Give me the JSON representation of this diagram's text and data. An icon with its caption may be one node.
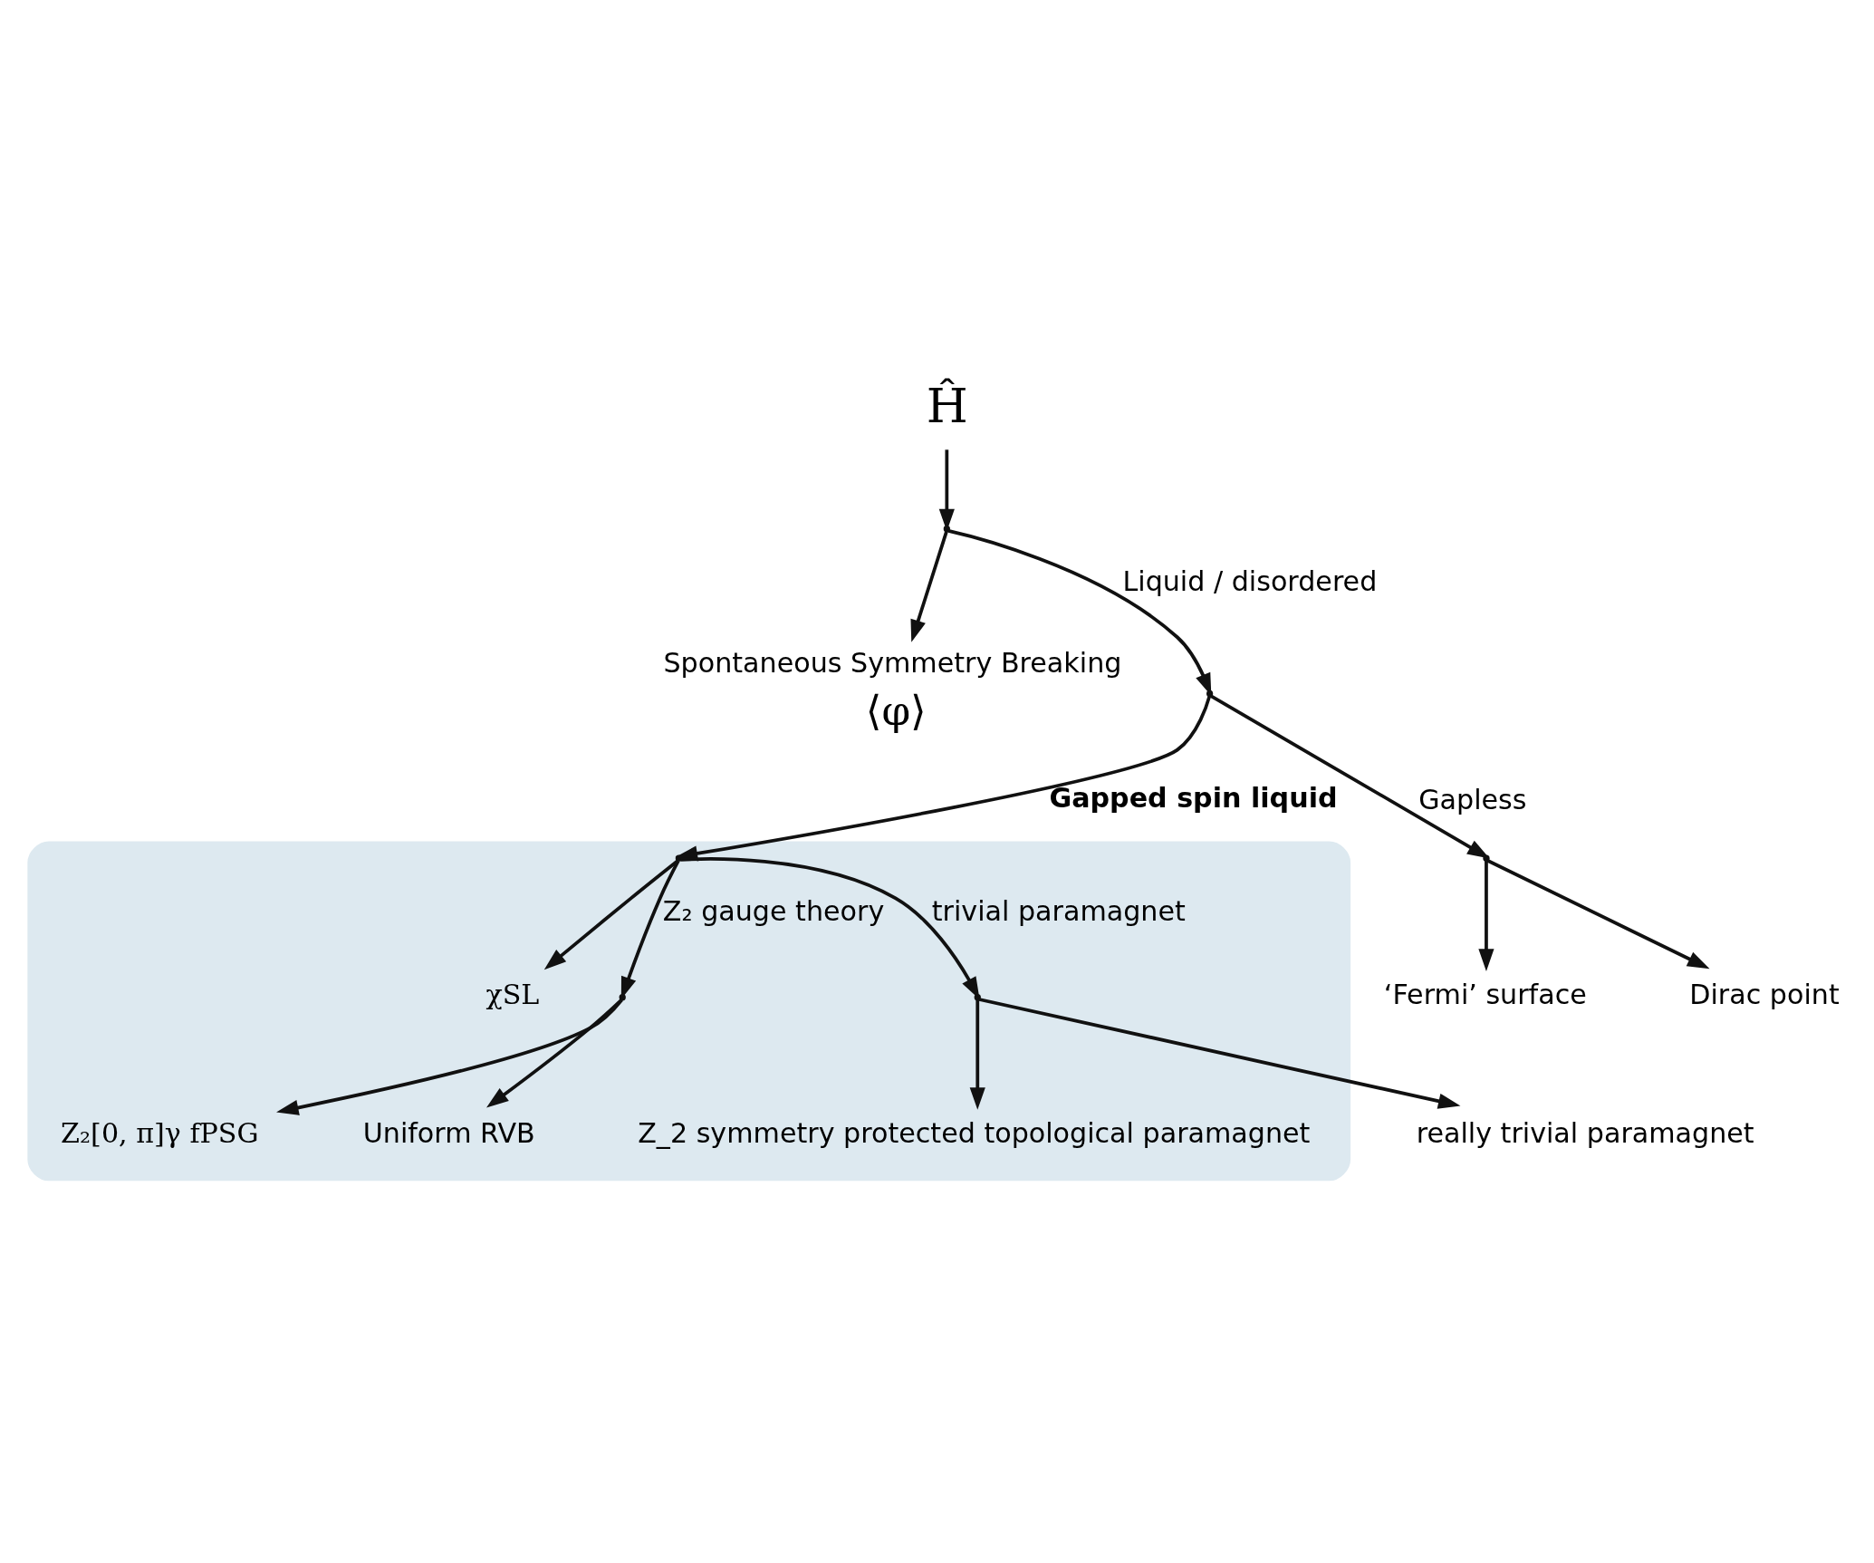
{
  "diagram": {
    "nodes": [
      {
        "text": [
          "Ĥ"
        ]
      },
      {
        "text": [],
        "shape": "point"
      },
      {
        "text": [
          "Spontaneous Symmetry Breaking"
        ],
        "beside": [
          "⟨φ⟩"
        ]
      },
      {
        "text": [],
        "shape": "point"
      },
      {
        "text": [],
        "shape": "point"
      },
      {
        "text": [
          "‘Fermi’ surface"
        ]
      },
      {
        "text": [
          "Dirac point"
        ]
      },
      {
        "text": [],
        "shape": "box"
      },
      {
        "text": [],
        "shape": "point",
        "in": 7
      },
      {
        "text": [
          "χSL"
        ],
        "in": 7
      },
      {
        "text": [],
        "shape": "point",
        "in": 7
      },
      {
        "text": [
          "really trivial paramagnet"
        ]
      },
      {
        "text": [
          "Z_2 symmetry protected topological paramagnet"
        ],
        "in": 7
      },
      {
        "text": [],
        "shape": "point",
        "in": 7
      },
      {
        "text": [
          "Uniform RVB"
        ],
        "in": 7
      },
      {
        "text": [
          "Z₂[0, π]γ fPSG"
        ],
        "in": 7
      }
    ],
    "edges": [
      {
        "from": 0,
        "to": 1,
        "arrow": "to"
      },
      {
        "from": 1,
        "to": 2,
        "arrow": "to"
      },
      {
        "from": 1,
        "to": 3,
        "arrow": "to",
        "label": "Liquid / disordered"
      },
      {
        "from": 3,
        "to": 4,
        "arrow": "to",
        "label": "Gapless"
      },
      {
        "from": 4,
        "to": 5,
        "arrow": "to"
      },
      {
        "from": 4,
        "to": 6,
        "arrow": "to"
      },
      {
        "from": 3,
        "to": 8,
        "arrow": "to",
        "label": "Gapped spin liquid"
      },
      {
        "from": 8,
        "to": 9,
        "arrow": "to"
      },
      {
        "from": 8,
        "to": 10,
        "arrow": "to",
        "label": "trivial paramagnet"
      },
      {
        "from": 10,
        "to": 11,
        "arrow": "to"
      },
      {
        "from": 10,
        "to": 12,
        "arrow": "to"
      },
      {
        "from": 8,
        "to": 13,
        "arrow": "to",
        "label": "Z₂ gauge theory"
      },
      {
        "from": 13,
        "to": 14,
        "arrow": "to"
      },
      {
        "from": 13,
        "to": 15,
        "arrow": "to"
      }
    ]
  }
}
